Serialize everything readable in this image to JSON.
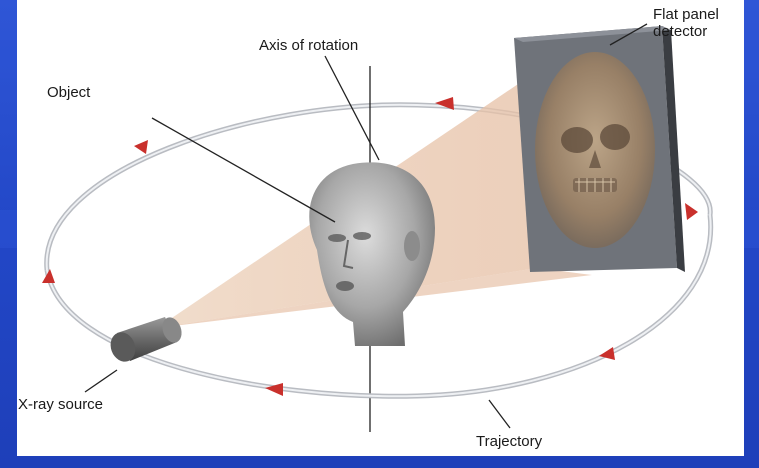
{
  "diagram": {
    "labels": {
      "object": "Object",
      "axis_of_rotation": "Axis of rotation",
      "flat_panel_line1": "Flat panel",
      "flat_panel_line2": "detector",
      "xray_source": "X-ray source",
      "trajectory": "Trajectory"
    },
    "icons": [
      "head-model",
      "skull-projection",
      "xray-source-cylinder",
      "direction-arrow"
    ],
    "colors": {
      "frame_blue": "#2f56d6",
      "trajectory_arrow": "#c9302c",
      "beam": "#e8c4a8",
      "detector": "#5b5f66"
    }
  }
}
